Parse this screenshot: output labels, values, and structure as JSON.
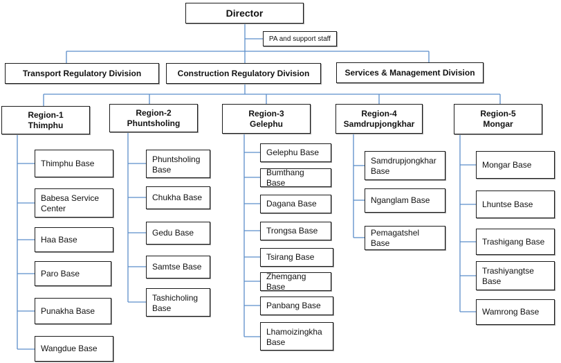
{
  "director": "Director",
  "support": "PA and support staff",
  "divisions": [
    "Transport Regulatory Division",
    "Construction Regulatory Division",
    "Services & Management Division"
  ],
  "regions": [
    {
      "name": "Region-1\nThimphu",
      "bases": [
        "Thimphu Base",
        "Babesa Service\nCenter",
        "Haa Base",
        "Paro Base",
        "Punakha Base",
        "Wangdue Base"
      ]
    },
    {
      "name": "Region-2\nPhuntsholing",
      "bases": [
        "Phuntsholing\nBase",
        "Chukha Base",
        "Gedu Base",
        "Samtse Base",
        "Tashicholing\nBase"
      ]
    },
    {
      "name": "Region-3\nGelephu",
      "bases": [
        "Gelephu Base",
        "Bumthang Base",
        "Dagana Base",
        "Trongsa Base",
        "Tsirang Base",
        "Zhemgang Base",
        "Panbang Base",
        "Lhamoizingkha\nBase"
      ]
    },
    {
      "name": "Region-4\nSamdrupjongkhar",
      "bases": [
        "Samdrupjongkhar\nBase",
        "Nganglam Base",
        "Pemagatshel Base"
      ]
    },
    {
      "name": "Region-5\nMongar",
      "bases": [
        "Mongar Base",
        "Lhuntse Base",
        "Trashigang Base",
        "Trashiyangtse\nBase",
        "Wamrong Base"
      ]
    }
  ],
  "colors": {
    "connector": "#5b8dc9",
    "border": "#1a1a1a",
    "text": "#111111"
  }
}
